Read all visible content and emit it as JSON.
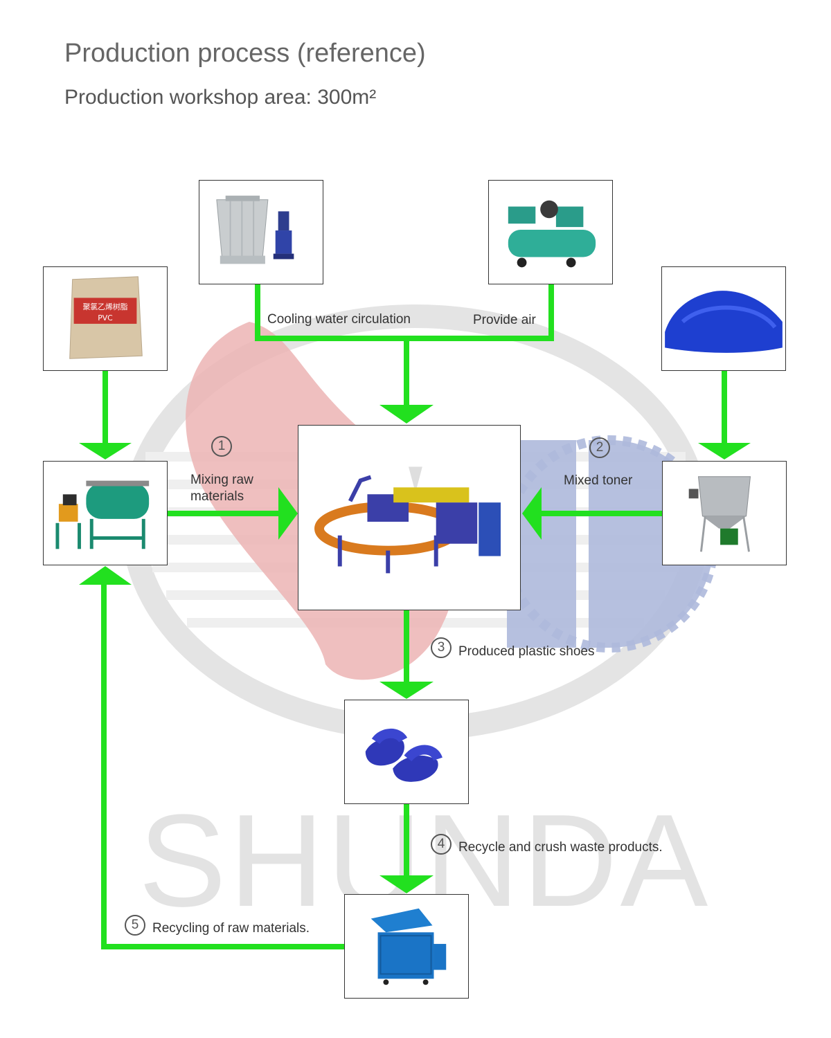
{
  "header": {
    "title": "Production process (reference)",
    "subtitle": "Production workshop area: 300m²"
  },
  "watermark": {
    "text": "SHUNDA"
  },
  "colors": {
    "arrow": "#22e01f",
    "box_border": "#333333",
    "watermark_red": "#ecb4b4",
    "watermark_blue": "#aeb9dc",
    "watermark_gray": "#e4e4e4"
  },
  "steps": {
    "step1": {
      "number": "1",
      "label_line1": "Mixing raw",
      "label_line2": "materials"
    },
    "step2": {
      "number": "2",
      "label": "Mixed toner"
    },
    "step3": {
      "number": "3",
      "label": "Produced plastic shoes"
    },
    "step4": {
      "number": "4",
      "label": "Recycle and crush waste products."
    },
    "step5": {
      "number": "5",
      "label": "Recycling of raw materials."
    }
  },
  "inputs": {
    "cooling": "Cooling water circulation",
    "air": "Provide air"
  },
  "bag": {
    "line1": "聚氯乙烯树脂",
    "line2": "PVC"
  }
}
